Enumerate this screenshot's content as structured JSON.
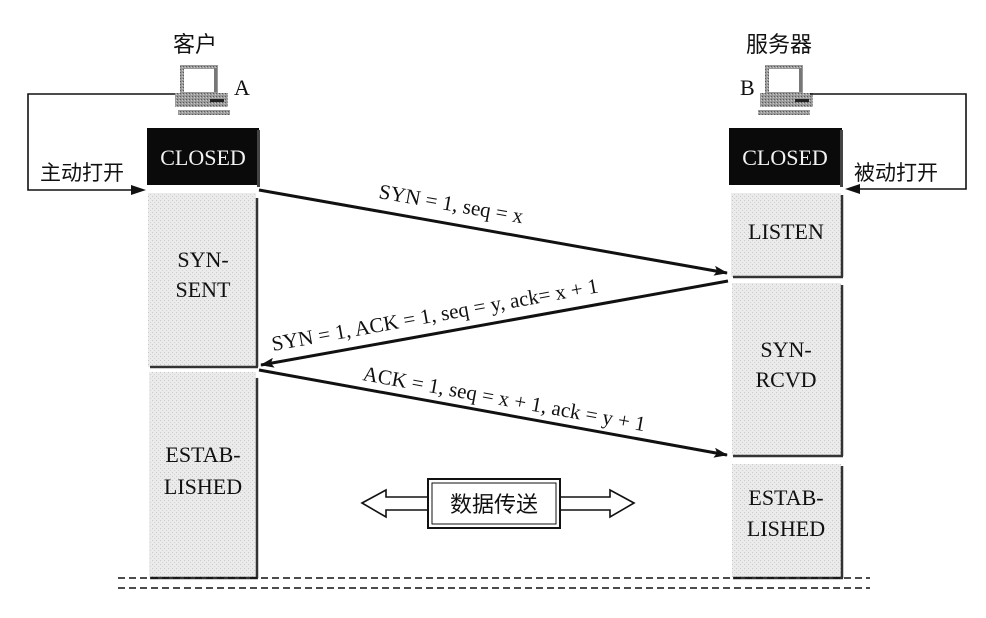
{
  "diagram": {
    "type": "tcp-three-way-handshake",
    "client": {
      "title": "客户",
      "label": "A",
      "open_action": "主动打开",
      "states": [
        "CLOSED",
        "SYN-",
        "SENT",
        "ESTAB-",
        "LISHED"
      ]
    },
    "server": {
      "title": "服务器",
      "label": "B",
      "open_action": "被动打开",
      "states": [
        "CLOSED",
        "LISTEN",
        "SYN-",
        "RCVD",
        "ESTAB-",
        "LISHED"
      ]
    },
    "messages": [
      {
        "from": "A",
        "to": "B",
        "text": "SYN = 1, seq = x"
      },
      {
        "from": "B",
        "to": "A",
        "text": "SYN = 1, ACK = 1, seq = y, ack= x + 1"
      },
      {
        "from": "A",
        "to": "B",
        "text": "ACK = 1, seq = x + 1, ack = y + 1"
      }
    ],
    "data_transfer": "数据传送",
    "colors": {
      "closed_box": "#0a0a0a",
      "state_fill": "#e6e6e6",
      "line": "#111111"
    }
  }
}
